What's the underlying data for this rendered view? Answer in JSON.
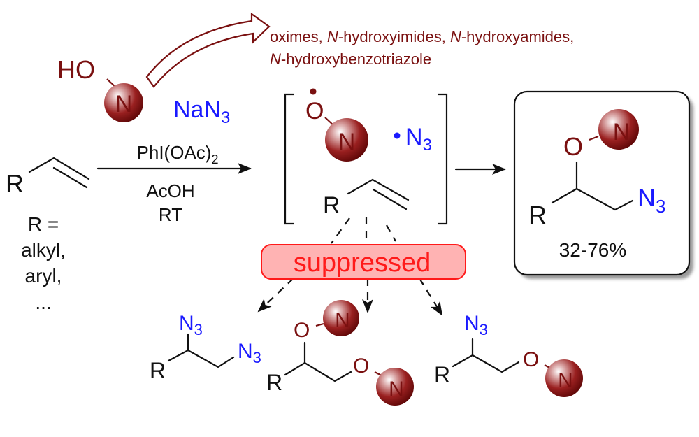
{
  "reagent": {
    "hydroxy_label": "HO",
    "ball_label": "N",
    "sodium_azide": "NaN",
    "sodium_azide_sub": "3"
  },
  "scope_note": {
    "line1_part1": "oximes, ",
    "line1_n1": "N",
    "line1_part2": "-hydroxyimides, ",
    "line1_n2": "N",
    "line1_part3": "-hydroxyamides,",
    "line2_n": "N",
    "line2_part": "-hydroxybenzotriazole"
  },
  "substrate": {
    "r_label": "R",
    "r_def_line1": "R =",
    "r_def_line2": "alkyl,",
    "r_def_line3": "aryl,",
    "r_def_line4": "..."
  },
  "conditions": {
    "oxidant": "PhI(OAc)",
    "oxidant_sub": "2",
    "solvent": "AcOH",
    "temperature": "RT"
  },
  "intermediate": {
    "oxyl_label": "O",
    "ball_label": "N",
    "azide_radical": "N",
    "azide_radical_sub": "3",
    "alkene_r": "R"
  },
  "product": {
    "o_label": "O",
    "ball_label": "N",
    "r_label": "R",
    "azide": "N",
    "azide_sub": "3",
    "yield": "32-76%"
  },
  "suppressed_label": "suppressed",
  "side_products": [
    {
      "r_label": "R",
      "azide1": "N",
      "azide1_sub": "3",
      "azide2": "N",
      "azide2_sub": "3"
    },
    {
      "r_label": "R",
      "o1_label": "O",
      "ball1_label": "N",
      "o2_label": "O",
      "ball2_label": "N"
    },
    {
      "r_label": "R",
      "azide": "N",
      "azide_sub": "3",
      "o_label": "O",
      "ball_label": "N"
    }
  ],
  "colors": {
    "reagent_red": "#7a1010",
    "azide_blue": "#1a1aff",
    "suppressed_red": "#ff1a1a",
    "suppressed_fill": "#ffb3b3"
  }
}
